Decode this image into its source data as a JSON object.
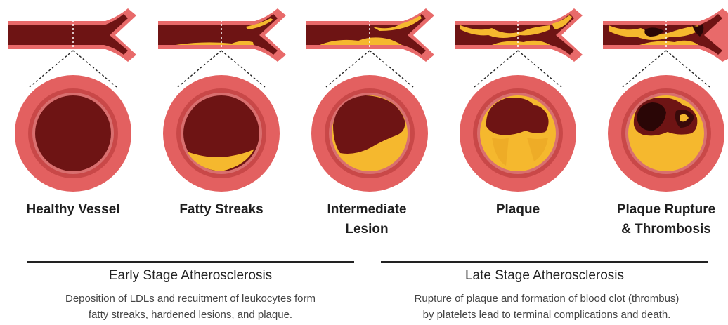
{
  "stages": [
    {
      "label": "Healthy Vessel"
    },
    {
      "label": "Fatty Streaks"
    },
    {
      "label": "Intermediate\nLesion"
    },
    {
      "label": "Plaque"
    },
    {
      "label": "Plaque Rupture\n& Thrombosis"
    }
  ],
  "sections": {
    "early": {
      "title": "Early Stage Atherosclerosis",
      "description": "Deposition of LDLs and recuitment of leukocytes form\nfatty streaks, hardened lesions, and plaque."
    },
    "late": {
      "title": "Late Stage Atherosclerosis",
      "description": "Rupture of plaque and formation of blood clot (thrombus)\nby platelets lead to terminal complications and death."
    }
  },
  "colors": {
    "vessel_wall": "#e05a5a",
    "vessel_wall_light": "#f08080",
    "inner_ring": "#c84848",
    "lumen": "#6e1414",
    "plaque": "#f5b82e",
    "thrombus": "#2a0606"
  }
}
